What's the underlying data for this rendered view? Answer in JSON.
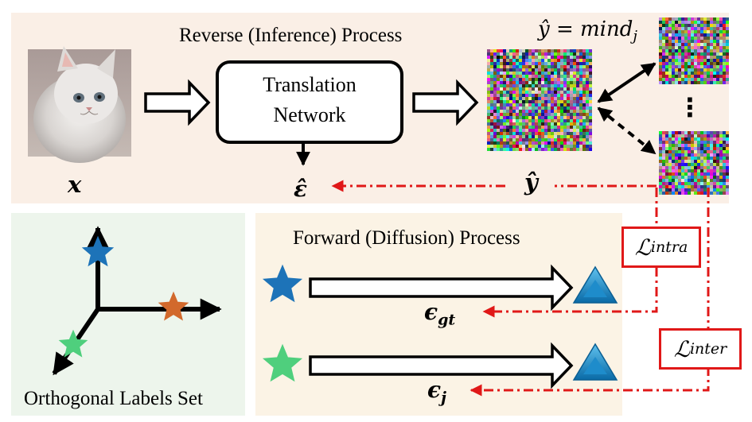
{
  "panels": {
    "reverse_title": "Reverse (Inference) Process",
    "forward_title": "Forward (Diffusion) Process",
    "labels_set_title": "Orthogonal Labels Set"
  },
  "network": {
    "label_line1": "Translation",
    "label_line2": "Network"
  },
  "symbols": {
    "input": "x",
    "output": "ŷ",
    "noise_pred": "ε̂",
    "eps_gt_base": "ϵ",
    "eps_gt_sub": "gt",
    "eps_j_base": "ϵ",
    "eps_j_sub": "j",
    "y_hat_eq_prefix": "ŷ = mind",
    "y_hat_eq_sub": "j",
    "ellipsis": "⋮"
  },
  "losses": {
    "intra_base": "ℒ",
    "intra_sub": "intra",
    "inter_base": "ℒ",
    "inter_sub": "inter"
  },
  "colors": {
    "reverse_bg": "#faefe6",
    "labels_bg": "#edf5ec",
    "forward_bg": "#fbf3e5",
    "dashed_red": "#e01818",
    "star_blue": "#1d73b8",
    "star_orange": "#d2692c",
    "star_green": "#4fcf7d",
    "triangle_blue": "#1a8ac6"
  },
  "icons": [
    "cat-image",
    "noise-image",
    "star-icon",
    "triangle-icon"
  ]
}
